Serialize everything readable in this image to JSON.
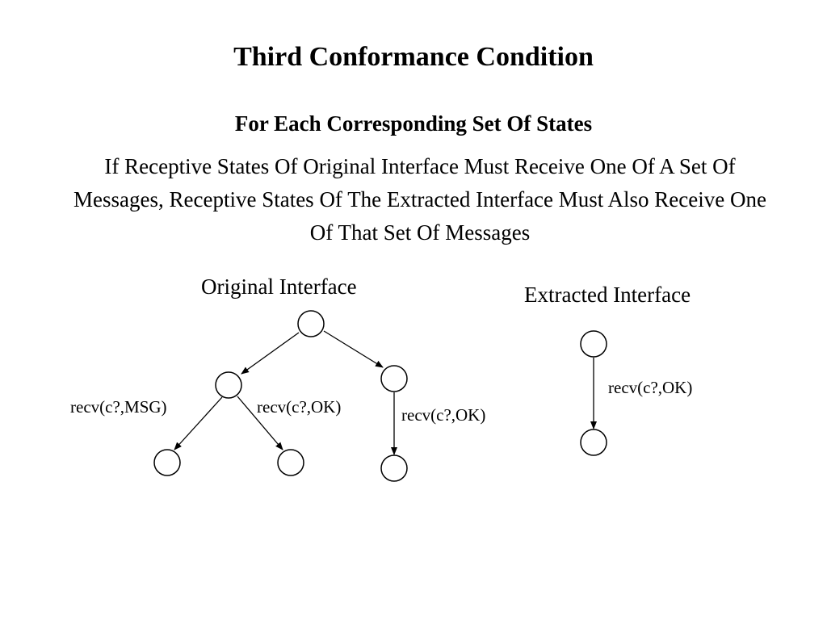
{
  "slide": {
    "title": "Third Conformance Condition",
    "subtitle": "For Each Corresponding Set Of States",
    "body": "If Receptive States Of Original Interface Must Receive One Of A Set Of Messages, Receptive States Of The Extracted Interface Must Also Receive One Of That Set Of Messages"
  },
  "original_interface": {
    "title": "Original Interface",
    "edges": {
      "left_left": "recv(c?,MSG)",
      "left_right": "recv(c?,OK)",
      "right_down": "recv(c?,OK)"
    }
  },
  "extracted_interface": {
    "title": "Extracted Interface",
    "edges": {
      "down": "recv(c?,OK)"
    }
  },
  "colors": {
    "stroke": "#000000",
    "background": "#ffffff"
  }
}
